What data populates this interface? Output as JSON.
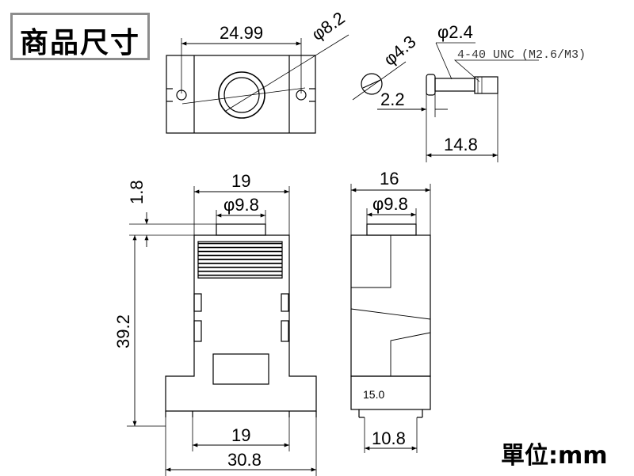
{
  "title": "商品尺寸",
  "unit": "單位:mm",
  "top_view": {
    "width": "24.99",
    "hole_diameter": "φ8.2"
  },
  "screw_detail": {
    "head_diameter": "φ4.3",
    "shank_diameter": "φ2.4",
    "thread": "4-40 UNC (M2.6/M3)",
    "head_height": "2.2",
    "length": "14.8"
  },
  "front_view": {
    "top_width": "19",
    "cable_diameter": "φ9.8",
    "top_offset": "1.8",
    "height": "39.2",
    "connector_width": "19",
    "overall_width": "30.8"
  },
  "side_view": {
    "width": "16",
    "cable_diameter": "φ9.8",
    "flange_height": "15.0",
    "bottom_width": "10.8"
  }
}
